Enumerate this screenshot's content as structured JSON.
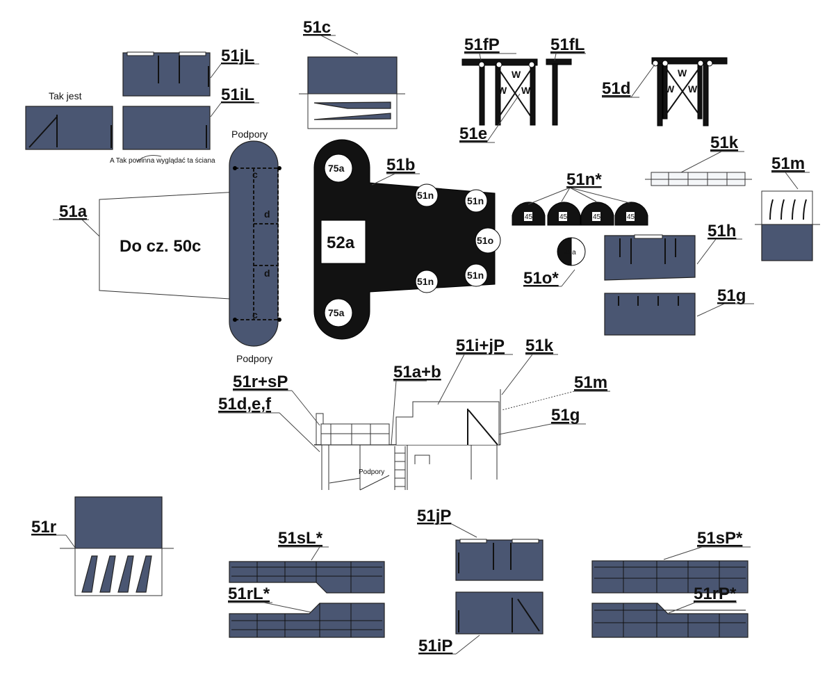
{
  "labels": {
    "p51c": "51c",
    "p51jL": "51jL",
    "p51iL": "51iL",
    "p51fP": "51fP",
    "p51fL": "51fL",
    "p51d": "51d",
    "p51e": "51e",
    "p51k": "51k",
    "p51m": "51m",
    "p51b": "51b",
    "p51nstar": "51n*",
    "p51a": "51a",
    "p51h": "51h",
    "p51ostar": "51o*",
    "p51g": "51g",
    "p51ijP": "51i+jP",
    "p51k2": "51k",
    "p51rsP": "51r+sP",
    "p51ab": "51a+b",
    "p51m2": "51m",
    "p51def": "51d,e,f",
    "p51g2": "51g",
    "p51r": "51r",
    "p51jP": "51jP",
    "p51sL": "51sL*",
    "p51sP": "51sP*",
    "p51rL": "51rL*",
    "p51rP": "51rP*",
    "p51iP": "51iP"
  },
  "notes": {
    "tak_jest": "Tak jest",
    "tak_powinna": "A Tak powinna wyglądać ta ściana",
    "podpory_top": "Podpory",
    "podpory_bottom": "Podpory",
    "podpory_side": "Podpory",
    "do_cz": "Do cz. 50c"
  },
  "part_marks": {
    "a75_top": "75a",
    "a75_bottom": "75a",
    "a52": "52a",
    "n1": "51n",
    "n2": "51n",
    "n3": "51n",
    "n4": "51n",
    "o51": "51o",
    "a49": "49a",
    "c_top": "c",
    "c_bottom": "c",
    "d_top": "d",
    "d_bottom": "d",
    "w": "W",
    "n45": "45"
  },
  "colors": {
    "part_fill": "#4a5672",
    "dark_fill": "#121212"
  }
}
